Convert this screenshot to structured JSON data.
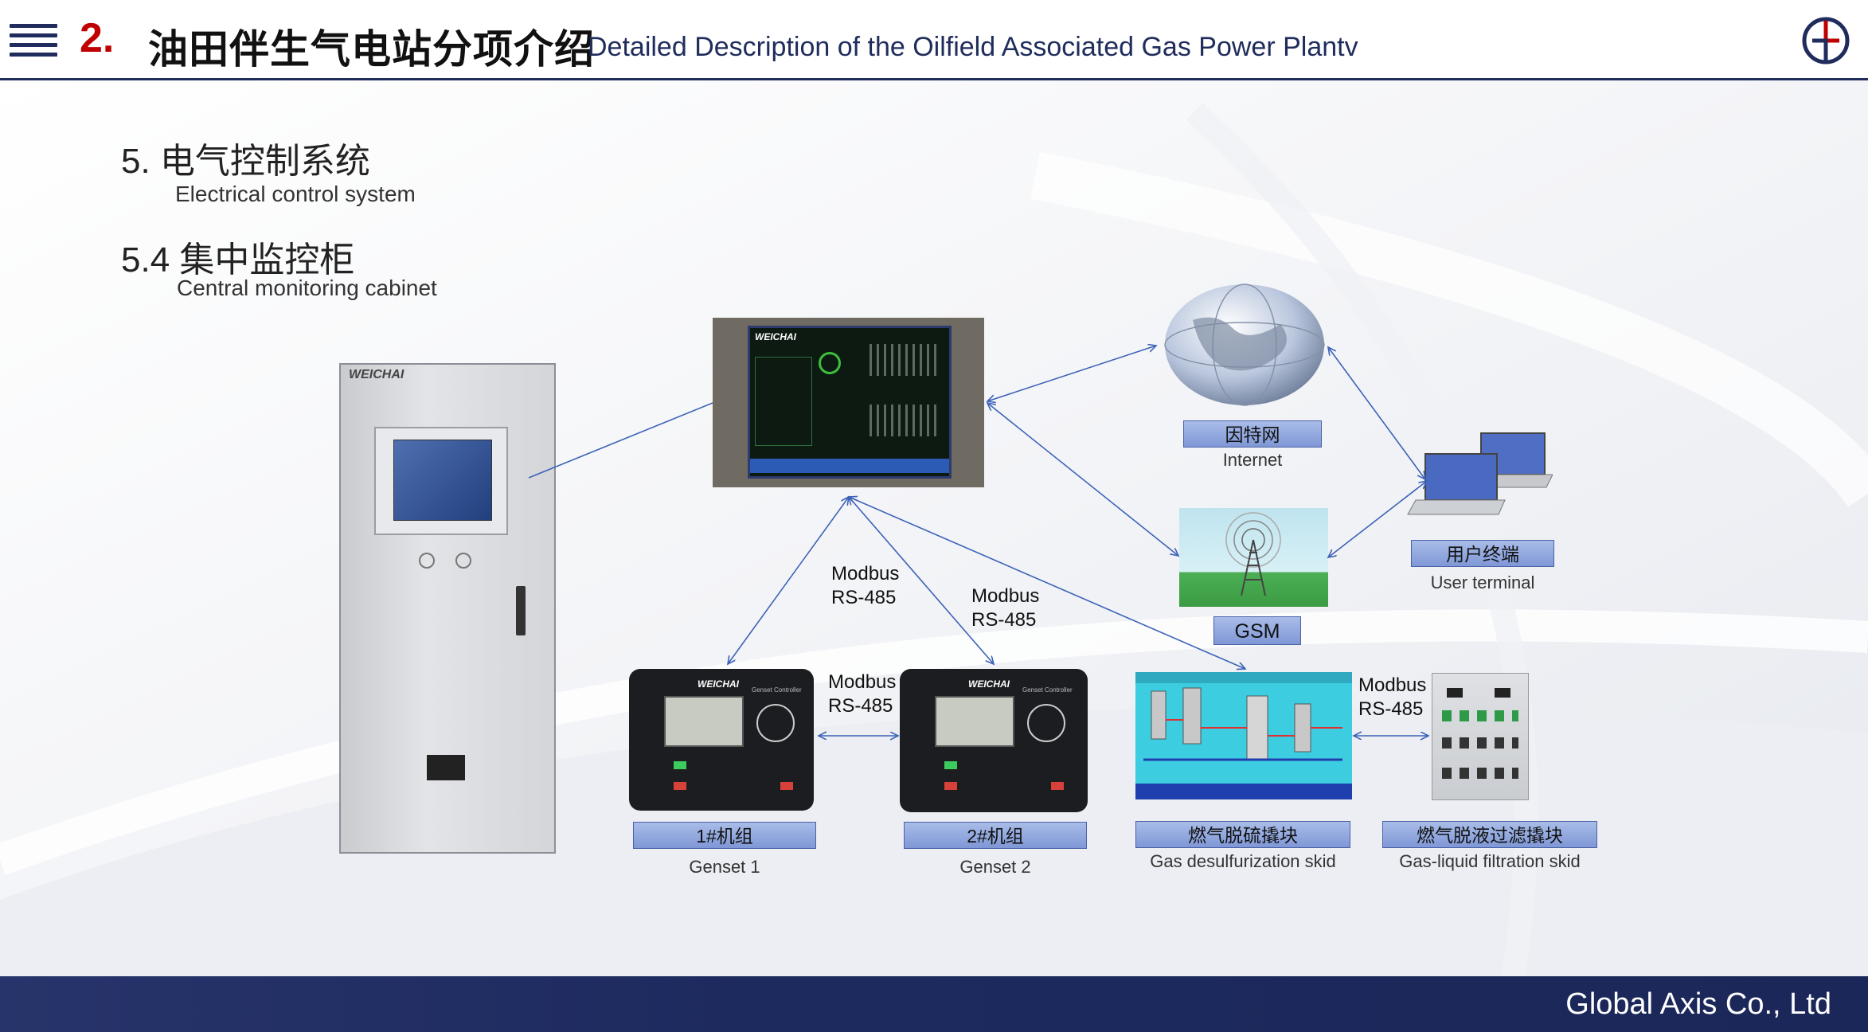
{
  "header": {
    "section_number": "2.",
    "title_cn": "油田伴生气电站分项介绍",
    "title_en": "Detailed Description of the Oilfield Associated Gas Power Plantv"
  },
  "section": {
    "heading_cn": "5.  电气控制系统",
    "heading_en": "Electrical control system",
    "subheading_cn": "5.4 集中监控柜",
    "subheading_en": "Central monitoring cabinet"
  },
  "diagram": {
    "cabinet_brand": "WEICHAI",
    "hmi_brand": "WEICHAI",
    "controller_brand": "WEICHAI",
    "controller_caption": "Genset Controller",
    "internet_cn": "因特网",
    "internet_en": "Internet",
    "gsm": "GSM",
    "user_terminal_cn": "用户终端",
    "user_terminal_en": "User terminal",
    "genset1_cn": "1#机组",
    "genset1_en": "Genset 1",
    "genset2_cn": "2#机组",
    "genset2_en": "Genset 2",
    "desulf_cn": "燃气脱硫撬块",
    "desulf_en": "Gas desulfurization skid",
    "filter_cn": "燃气脱液过滤撬块",
    "filter_en": "Gas-liquid filtration skid",
    "protocol_label_1": "Modbus",
    "protocol_label_2": "RS-485"
  },
  "footer": {
    "company": "Global Axis Co., Ltd"
  },
  "colors": {
    "header_navy": "#1f2c5c",
    "section_red": "#c00000",
    "label_fill": "#94abe0",
    "arrow_blue": "#3d63b8"
  }
}
